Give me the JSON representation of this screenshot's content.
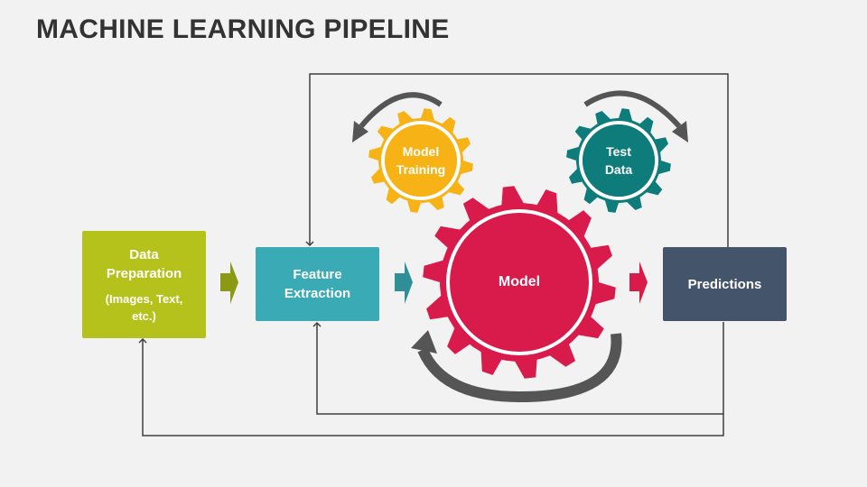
{
  "title": "MACHINE LEARNING PIPELINE",
  "boxes": {
    "data_preparation": {
      "label": "Data\nPreparation",
      "sub": "(Images, Text,\netc.)",
      "color": "#b5c21b"
    },
    "feature_extraction": {
      "label": "Feature\nExtraction",
      "color": "#3aaab5"
    },
    "predictions": {
      "label": "Predictions",
      "color": "#44546a"
    }
  },
  "gears": {
    "model": {
      "label": "Model",
      "color": "#d81b4a"
    },
    "model_training": {
      "label": "Model\nTraining",
      "color": "#f7b316"
    },
    "test_data": {
      "label": "Test\nData",
      "color": "#0e7c7b"
    }
  },
  "colors": {
    "connector": "#404040",
    "cycle_arrow": "#555555"
  }
}
